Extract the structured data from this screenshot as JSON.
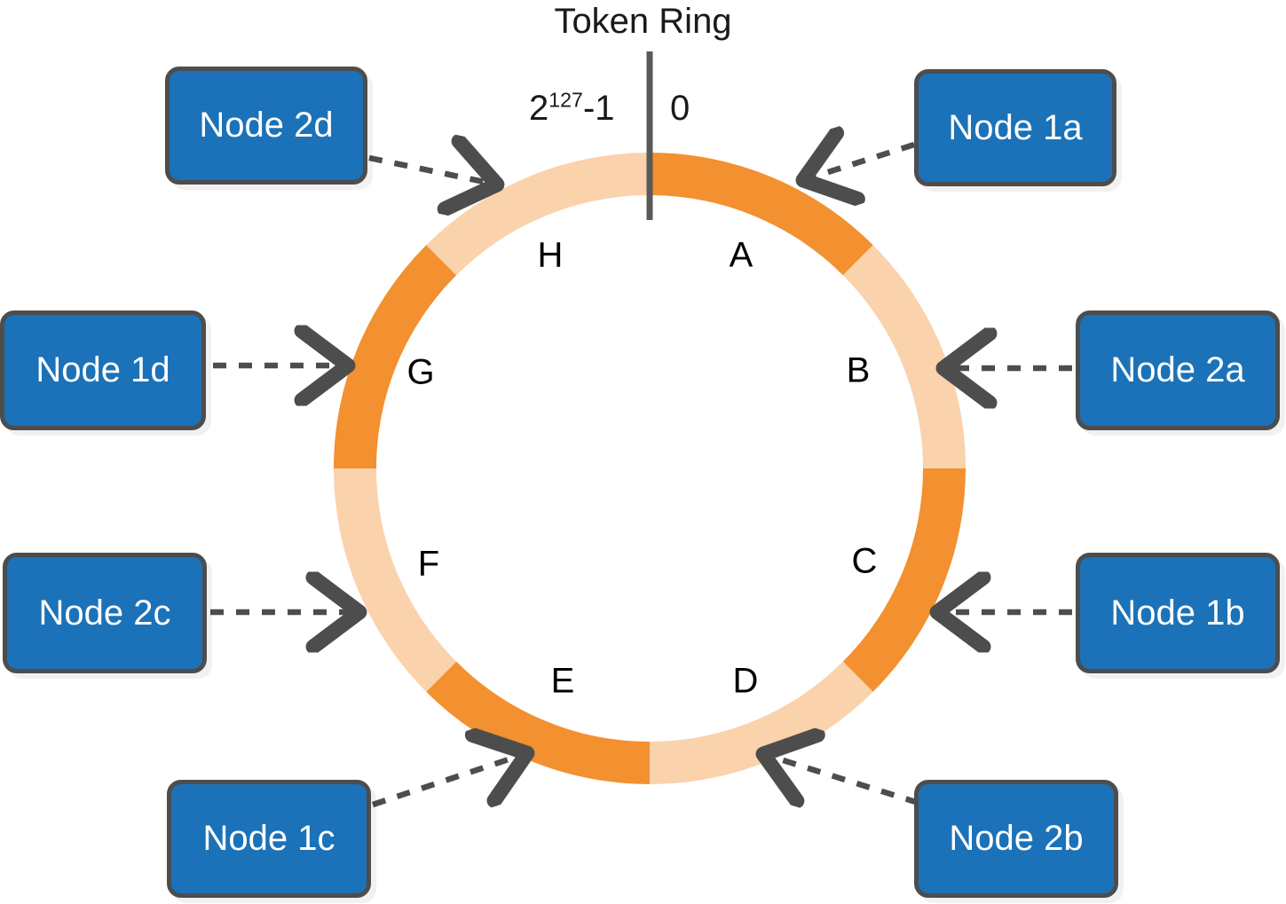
{
  "title": "Token Ring",
  "ring": {
    "start_label": "0",
    "end_label_base": "2",
    "end_label_exponent": "127",
    "end_label_suffix": "-1",
    "segment_colors": {
      "dark": "#F3902F",
      "light": "#FAD2AC"
    },
    "segments": [
      {
        "label": "A",
        "shade": "dark",
        "start_deg": 0,
        "end_deg": 45
      },
      {
        "label": "B",
        "shade": "light",
        "start_deg": 45,
        "end_deg": 90
      },
      {
        "label": "C",
        "shade": "dark",
        "start_deg": 90,
        "end_deg": 135
      },
      {
        "label": "D",
        "shade": "light",
        "start_deg": 135,
        "end_deg": 180
      },
      {
        "label": "E",
        "shade": "dark",
        "start_deg": 180,
        "end_deg": 225
      },
      {
        "label": "F",
        "shade": "light",
        "start_deg": 225,
        "end_deg": 270
      },
      {
        "label": "G",
        "shade": "dark",
        "start_deg": 270,
        "end_deg": 315
      },
      {
        "label": "H",
        "shade": "light",
        "start_deg": 315,
        "end_deg": 360
      }
    ]
  },
  "nodes": [
    {
      "id": "node-1a",
      "label": "Node 1a",
      "target_segment": "A"
    },
    {
      "id": "node-2a",
      "label": "Node 2a",
      "target_segment": "B"
    },
    {
      "id": "node-1b",
      "label": "Node 1b",
      "target_segment": "C"
    },
    {
      "id": "node-2b",
      "label": "Node 2b",
      "target_segment": "D"
    },
    {
      "id": "node-1c",
      "label": "Node 1c",
      "target_segment": "E"
    },
    {
      "id": "node-2c",
      "label": "Node 2c",
      "target_segment": "F"
    },
    {
      "id": "node-1d",
      "label": "Node 1d",
      "target_segment": "G"
    },
    {
      "id": "node-2d",
      "label": "Node 2d",
      "target_segment": "H"
    }
  ],
  "colors": {
    "node_fill": "#1b72b8",
    "node_border": "#4d4d4d",
    "node_text": "#ffffff",
    "arrow": "#4d4d4d",
    "divider": "#595959",
    "background": "#ffffff"
  }
}
